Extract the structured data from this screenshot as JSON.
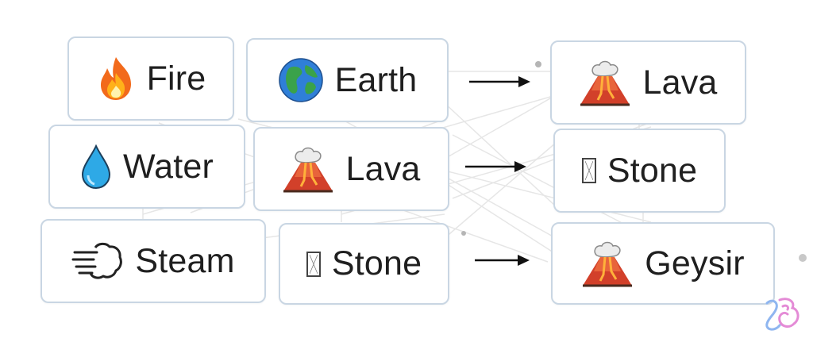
{
  "rows": [
    {
      "first": {
        "label": "Fire",
        "icon": "fire-icon"
      },
      "second": {
        "label": "Earth",
        "icon": "earth-globe-icon"
      },
      "result": {
        "label": "Lava",
        "icon": "volcano-icon"
      }
    },
    {
      "first": {
        "label": "Water",
        "icon": "water-droplet-icon"
      },
      "second": {
        "label": "Lava",
        "icon": "volcano-icon"
      },
      "result": {
        "label": "Stone",
        "icon": "missing-glyph-icon"
      }
    },
    {
      "first": {
        "label": "Steam",
        "icon": "wind-blow-icon"
      },
      "second": {
        "label": "Stone",
        "icon": "missing-glyph-icon"
      },
      "result": {
        "label": "Geysir",
        "icon": "volcano-icon"
      }
    }
  ],
  "colors": {
    "chip_border": "#c9d6e3",
    "arrow": "#111111",
    "background_lines": "#e6e6e6",
    "logo_pink": "#e48bd6",
    "logo_blue": "#8fb6f0"
  },
  "logo": {
    "name": "brand-logo-icon"
  }
}
